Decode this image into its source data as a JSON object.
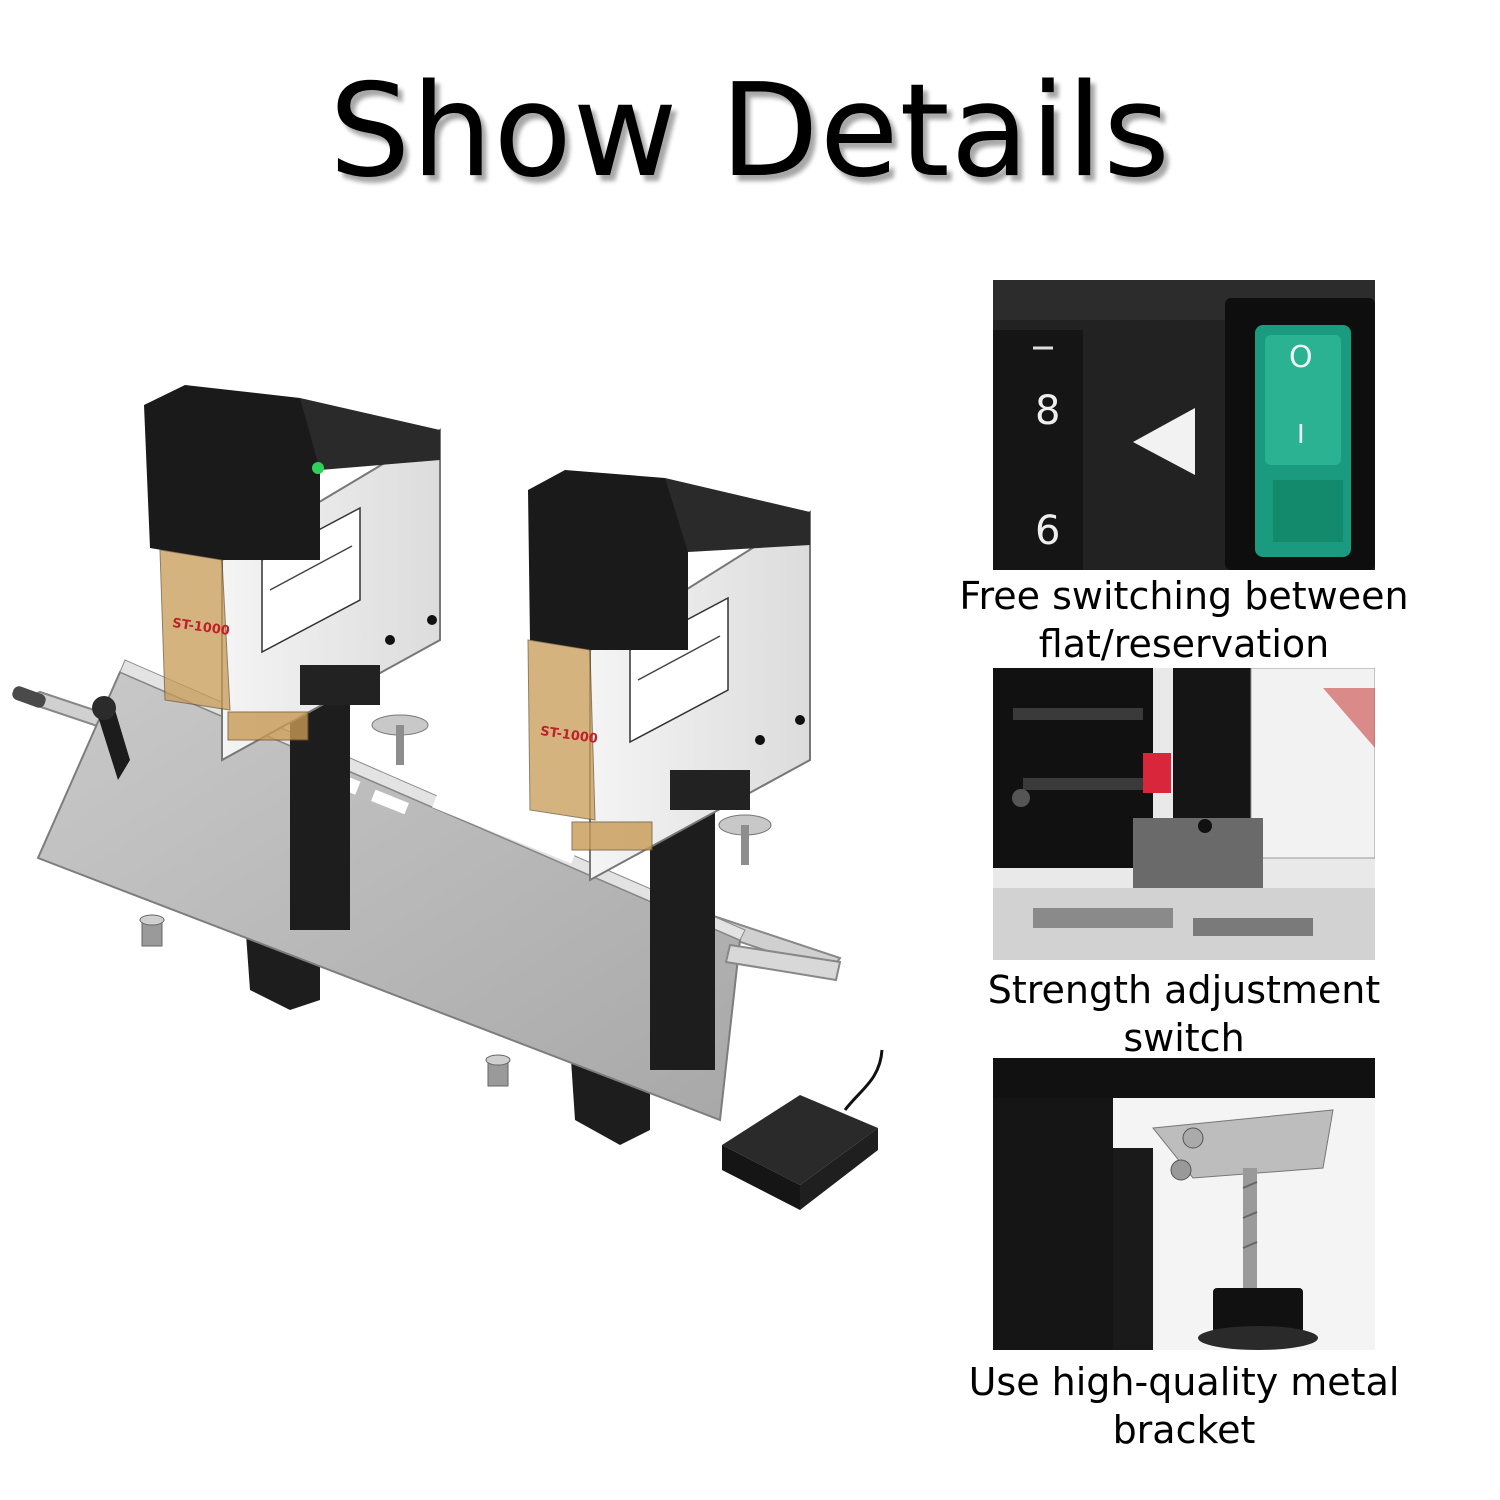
{
  "title": "Show Details",
  "product": {
    "model_label": "ST-1000"
  },
  "details": [
    {
      "caption_line1": "Free switching between",
      "caption_line2": "flat/reservation",
      "dial_numbers": [
        "8",
        "6"
      ],
      "switch_symbols": [
        "O",
        "I"
      ]
    },
    {
      "caption_line1": "Strength adjustment",
      "caption_line2": "switch"
    },
    {
      "caption_line1": "Use high-quality metal",
      "caption_line2": "bracket"
    }
  ],
  "colors": {
    "switch_green": "#1a9a7e",
    "indicator_red": "#d8263a",
    "machine_black": "#1c1c1c",
    "plate_silver": "#b9b9b9"
  }
}
